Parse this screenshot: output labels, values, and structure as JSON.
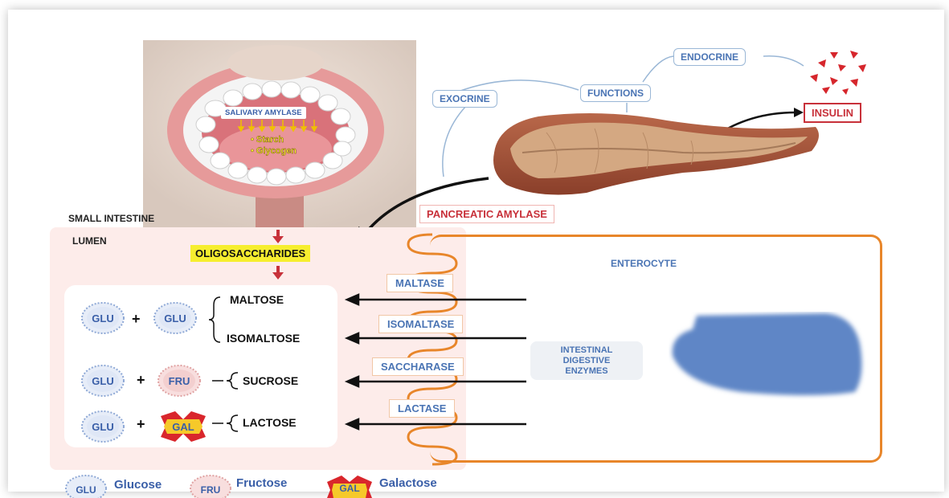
{
  "oral": {
    "salivary_amylase": "SALIVARY AMYLASE",
    "starch": "• Starch",
    "glycogen": "• Glycogen"
  },
  "pancreas": {
    "exocrine": "EXOCRINE",
    "functions": "FUNCTIONS",
    "endocrine": "ENDOCRINE",
    "insulin": "INSULIN",
    "pancreatic_amylase": "PANCREATIC AMYLASE"
  },
  "intestine": {
    "small_intestine": "SMALL INTESTINE",
    "lumen": "LUMEN",
    "oligosaccharides": "OLIGOSACCHARIDES",
    "enterocyte": "ENTEROCYTE",
    "intestinal_enzymes": "INTESTINAL DIGESTIVE ENZYMES"
  },
  "disaccharides": {
    "maltose": "MALTOSE",
    "isomaltose": "ISOMALTOSE",
    "sucrose": "SUCROSE",
    "lactose": "LACTOSE"
  },
  "enzymes": {
    "maltase": "MALTASE",
    "isomaltase": "ISOMALTASE",
    "saccharase": "SACCHARASE",
    "lactase": "LACTASE"
  },
  "sugars": {
    "glu": "GLU",
    "fru": "FRU",
    "gal": "GAL",
    "plus": "+"
  },
  "legend": {
    "glucose": "Glucose",
    "fructose": "Fructose",
    "galactose": "Galactose"
  },
  "colors": {
    "red": "#c8313a",
    "blue_text": "#4a74b4",
    "orange": "#e8862a",
    "pink_bg": "#fdecea",
    "yellow": "#f6ee2f",
    "nucleus": "#5f86c6"
  }
}
